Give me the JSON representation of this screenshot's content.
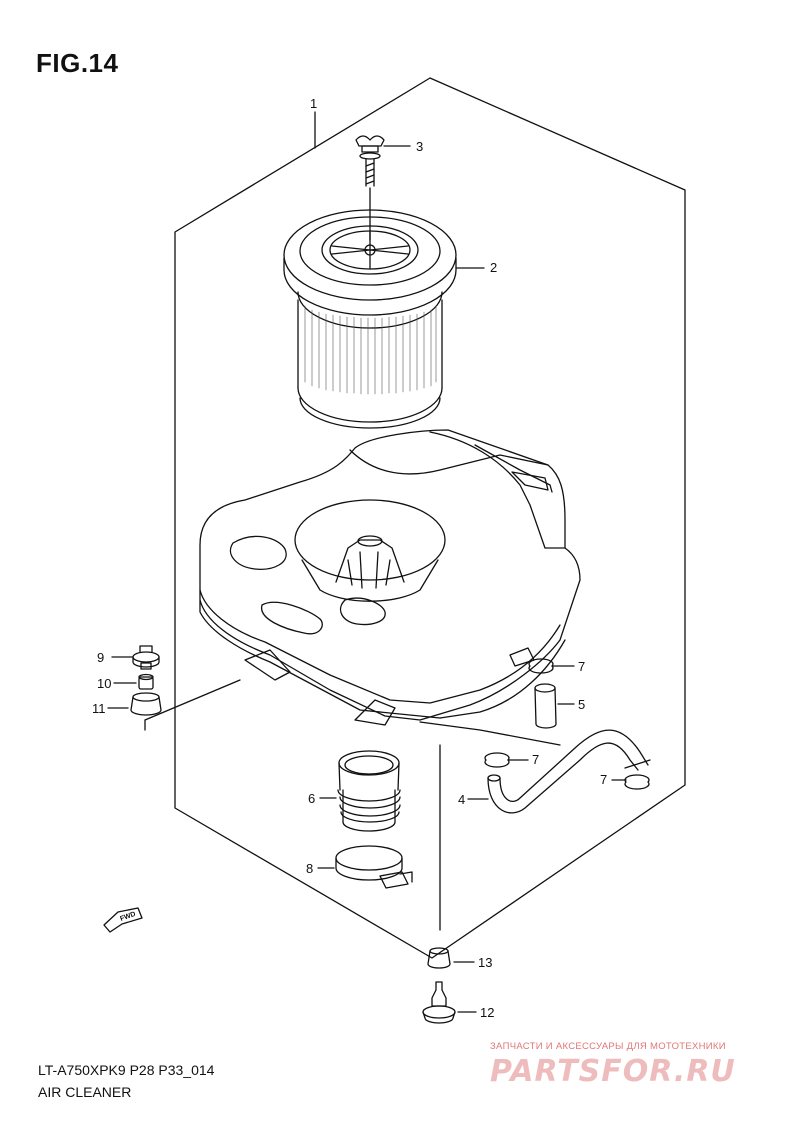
{
  "figure": {
    "title": "FIG.14"
  },
  "callouts": [
    {
      "id": "1",
      "label": "1"
    },
    {
      "id": "2",
      "label": "2"
    },
    {
      "id": "3",
      "label": "3"
    },
    {
      "id": "4",
      "label": "4"
    },
    {
      "id": "5",
      "label": "5"
    },
    {
      "id": "6",
      "label": "6"
    },
    {
      "id": "7a",
      "label": "7"
    },
    {
      "id": "7b",
      "label": "7"
    },
    {
      "id": "7c",
      "label": "7"
    },
    {
      "id": "8",
      "label": "8"
    },
    {
      "id": "9",
      "label": "9"
    },
    {
      "id": "10",
      "label": "10"
    },
    {
      "id": "11",
      "label": "11"
    },
    {
      "id": "12",
      "label": "12"
    },
    {
      "id": "13",
      "label": "13"
    }
  ],
  "fwd_mark": "FWD",
  "footer": {
    "code": "LT-A750XPK9 P28 P33_014",
    "name": "AIR CLEANER"
  },
  "watermark": {
    "text": "ЗАПЧАСТИ И АКСЕССУАРЫ ДЛЯ МОТОТЕХНИКИ",
    "logo": "PARTSFOR.RU"
  }
}
